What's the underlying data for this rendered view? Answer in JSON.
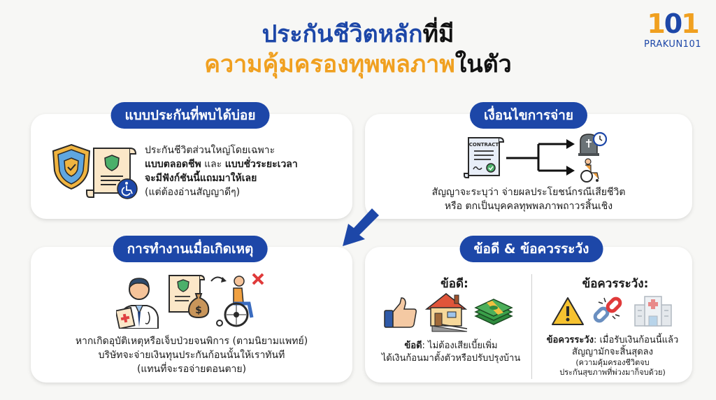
{
  "header": {
    "title_line1_blue": "ประกันชีวิตหลัก",
    "title_line1_black": "ที่มี",
    "title_line2_orange": "ความคุ้มครองทุพพลภาพ",
    "title_line2_black": "ในตัว"
  },
  "logo": {
    "number_part1": "1",
    "number_part2": "0",
    "number_part3": "1",
    "brand": "PRAKUN101"
  },
  "colors": {
    "primary_blue": "#1d47a8",
    "accent_orange": "#f0a020",
    "background": "#f7f7f5"
  },
  "cards": {
    "common_types": {
      "heading": "แบบประกันที่พบได้บ่อย",
      "line1": "ประกันชีวิตส่วนใหญ่โดยเฉพาะ",
      "line2_bold_a": "แบบตลอดชีพ",
      "line2_mid": " และ ",
      "line2_bold_b": "แบบชั่วระยะเวลา",
      "line3_bold": "จะมีฟังก์ชันนี้แถมมาให้เลย",
      "line4": "(แต่ต้องอ่านสัญญาดีๆ)",
      "icons": [
        "shield-check-icon",
        "policy-scroll-icon",
        "wheelchair-badge-icon"
      ]
    },
    "payment_conditions": {
      "heading": "เงื่อนไขการจ่าย",
      "contract_label": "CONTRACT",
      "line1": "สัญญาจะระบุว่า จ่ายผลประโยชน์กรณีเสียชีวิต",
      "line2": "หรือ ตกเป็นบุคคลทุพพลภาพถาวรสิ้นเชิง",
      "icons": [
        "contract-icon",
        "branch-arrow-icon",
        "tombstone-clock-icon",
        "wheelchair-person-icon"
      ]
    },
    "how_it_works": {
      "heading": "การทำงานเมื่อเกิดเหตุ",
      "line1": "หากเกิดอุบัติเหตุหรือเจ็บป่วยจนพิการ (ตามนิยามแพทย์)",
      "line2": "บริษัทจะจ่ายเงินทุนประกันก้อนนั้นให้เราทันที",
      "line3": "(แทนที่จะรอจ่ายตอนตาย)",
      "icons": [
        "doctor-icon",
        "policy-moneybag-icon",
        "wheelchair-person-x-icon"
      ]
    },
    "pros_cons": {
      "heading": "ข้อดี & ข้อควรระวัง",
      "pros": {
        "title": "ข้อดี:",
        "label_bold": "ข้อดี",
        "text1": ": ไม่ต้องเสียเบี้ยเพิ่ม",
        "text2": "ได้เงินก้อนมาตั้งตัวหรือปรับปรุงบ้าน",
        "icons": [
          "thumbs-up-icon",
          "house-ramp-icon",
          "cash-stack-icon"
        ]
      },
      "cons": {
        "title": "ข้อควรระวัง:",
        "label_bold": "ข้อควรระวัง",
        "text1": ": เมื่อรับเงินก้อนนี้แล้ว",
        "text2": "สัญญามักจะสิ้นสุดลง",
        "text3": "(ความคุ้มครองชีวิตจบ",
        "text4": "ประกันสุขภาพที่พ่วงมาก็จบด้วย)",
        "icons": [
          "warning-icon",
          "broken-chain-icon",
          "hospital-icon"
        ]
      }
    }
  }
}
